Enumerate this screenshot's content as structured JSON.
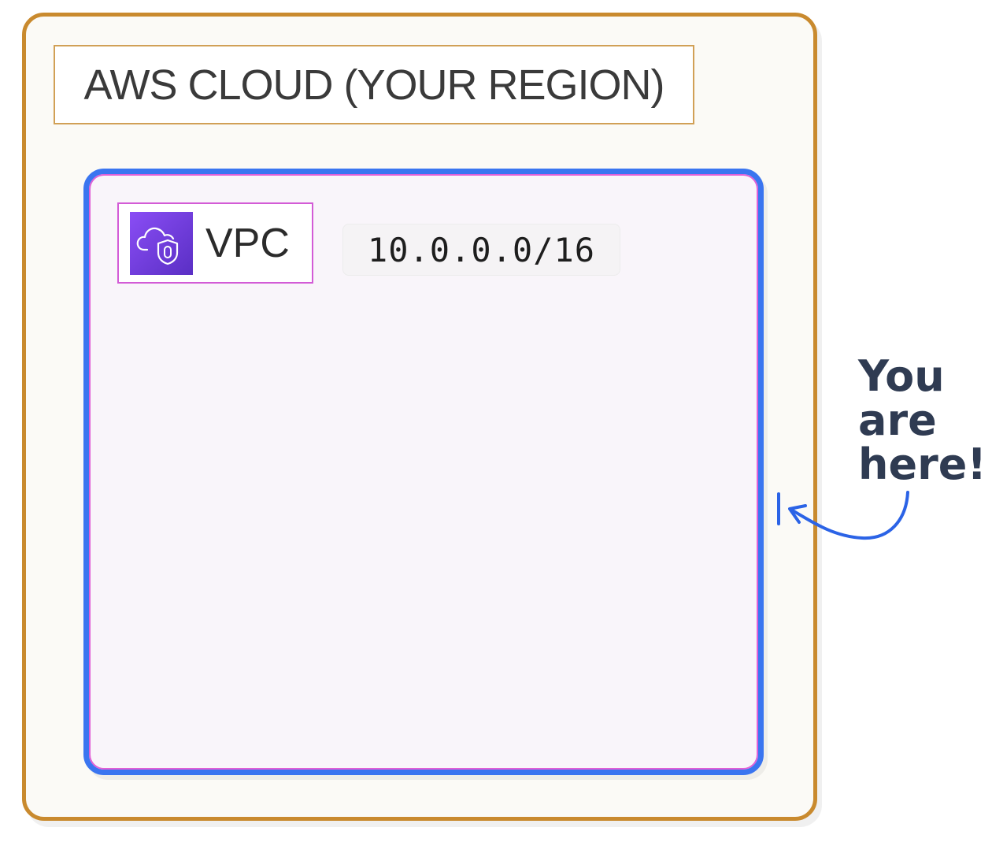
{
  "region": {
    "title": "AWS CLOUD (YOUR REGION)",
    "border_color": "#c98a2e"
  },
  "vpc": {
    "label": "VPC",
    "icon": "vpc-cloud-shield-icon",
    "cidr": "10.0.0.0/16",
    "border_color": "#3a75f0",
    "accent_color": "#d35bd6"
  },
  "annotation": {
    "lines": [
      "You",
      "are",
      "here!"
    ],
    "color": "#2f3b52",
    "arrow_color": "#2b63e6"
  }
}
